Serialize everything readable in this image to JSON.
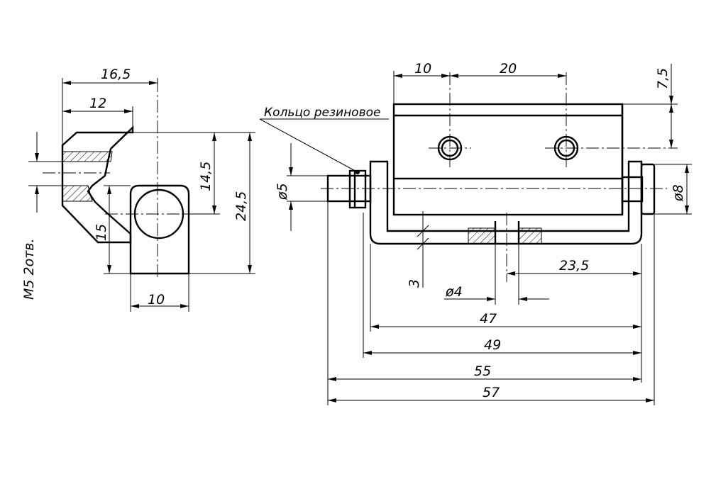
{
  "side_view": {
    "dim_overall_width": "16,5",
    "dim_chamfer_width": "12",
    "dim_bore_height": "14,5",
    "dim_total_height": "24,5",
    "dim_lower_height": "15",
    "dim_knuckle_width": "10",
    "thread_note": "M5 2отв."
  },
  "front_view": {
    "dim_hole_offset": "10",
    "dim_hole_pitch": "20",
    "dim_top_offset": "7,5",
    "pin_diameter": "ø5",
    "head_diameter": "ø8",
    "dim_wall": "3",
    "dim_slot_offset": "23,5",
    "hole_diameter": "ø4",
    "dim_47": "47",
    "dim_49": "49",
    "dim_55": "55",
    "dim_57": "57",
    "rubber_ring_label": "Кольцо резиновое"
  }
}
